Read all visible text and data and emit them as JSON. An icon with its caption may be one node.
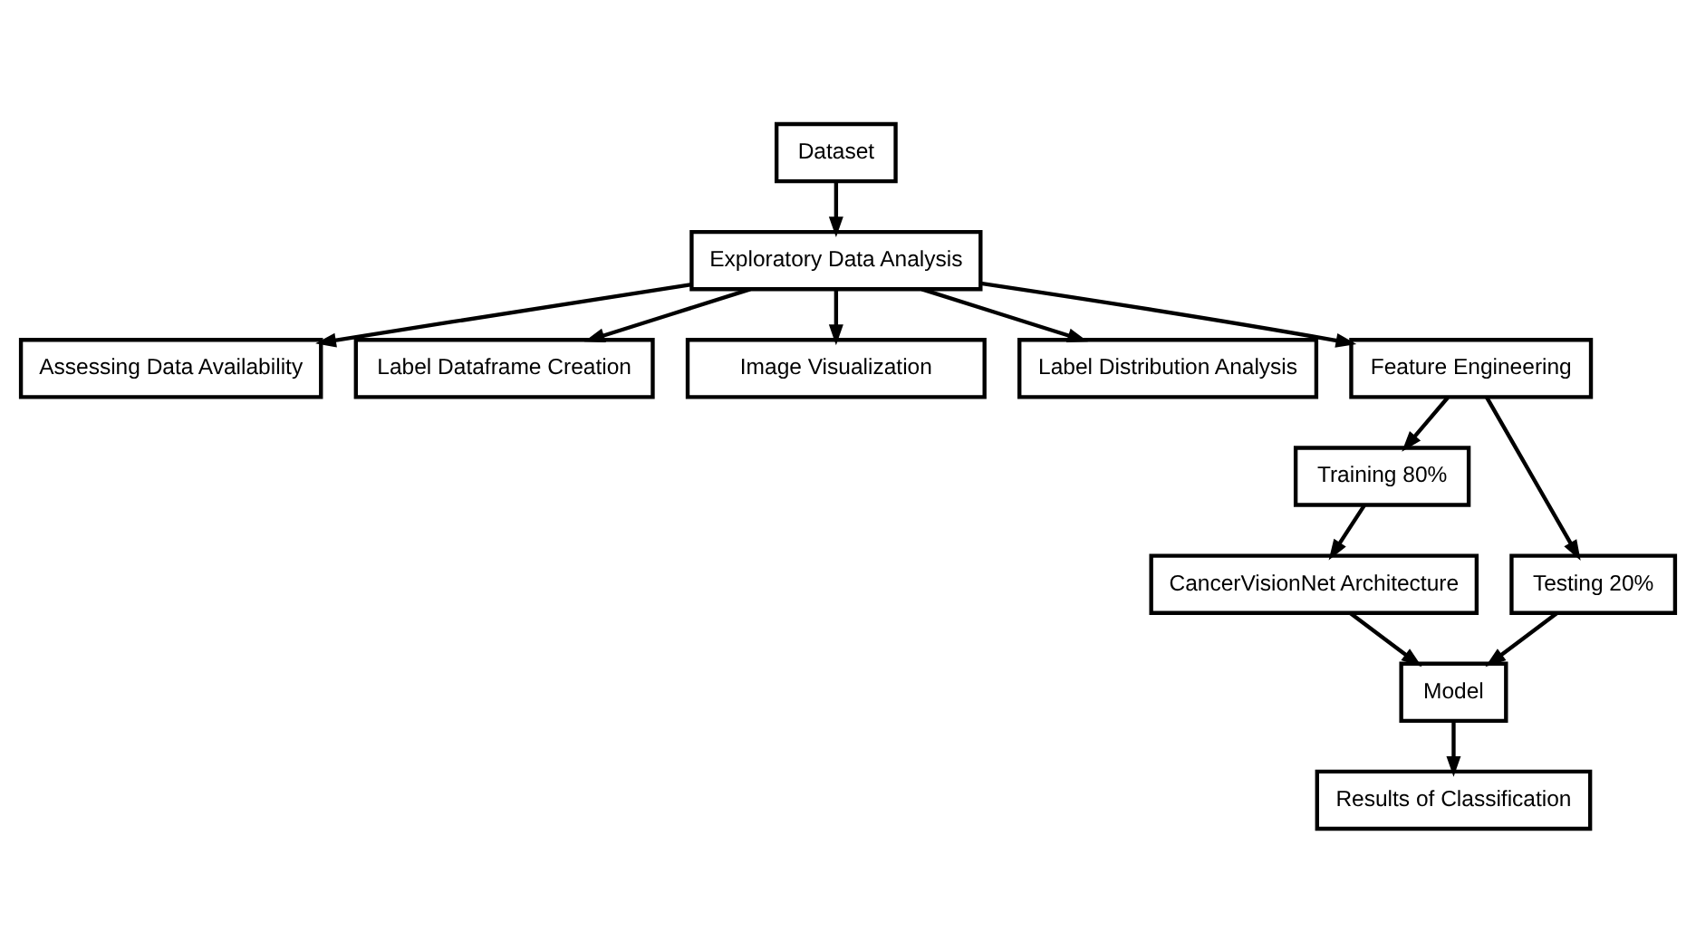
{
  "diagram": {
    "nodes": [
      {
        "text": [
          "Dataset"
        ]
      },
      {
        "text": [
          "Exploratory Data Analysis"
        ]
      },
      {
        "text": [
          "Assessing Data Availability"
        ]
      },
      {
        "text": [
          "Label Dataframe Creation"
        ]
      },
      {
        "text": [
          "Image Visualization"
        ]
      },
      {
        "text": [
          "Label Distribution Analysis"
        ]
      },
      {
        "text": [
          "Feature Engineering"
        ]
      },
      {
        "text": [
          "Training 80%"
        ]
      },
      {
        "text": [
          "Testing 20%"
        ]
      },
      {
        "text": [
          "CancerVisionNet Architecture"
        ]
      },
      {
        "text": [
          "Model"
        ]
      },
      {
        "text": [
          "Results of Classification"
        ]
      }
    ],
    "edges": [
      {
        "from": 0,
        "to": 1,
        "arrow": "to"
      },
      {
        "from": 1,
        "to": 2,
        "arrow": "to"
      },
      {
        "from": 1,
        "to": 3,
        "arrow": "to"
      },
      {
        "from": 1,
        "to": 4,
        "arrow": "to"
      },
      {
        "from": 1,
        "to": 5,
        "arrow": "to"
      },
      {
        "from": 1,
        "to": 6,
        "arrow": "to"
      },
      {
        "from": 6,
        "to": 7,
        "arrow": "to"
      },
      {
        "from": 6,
        "to": 8,
        "arrow": "to"
      },
      {
        "from": 7,
        "to": 9,
        "arrow": "to"
      },
      {
        "from": 8,
        "to": 10,
        "arrow": "to"
      },
      {
        "from": 9,
        "to": 10,
        "arrow": "to"
      },
      {
        "from": 10,
        "to": 11,
        "arrow": "to"
      }
    ]
  }
}
